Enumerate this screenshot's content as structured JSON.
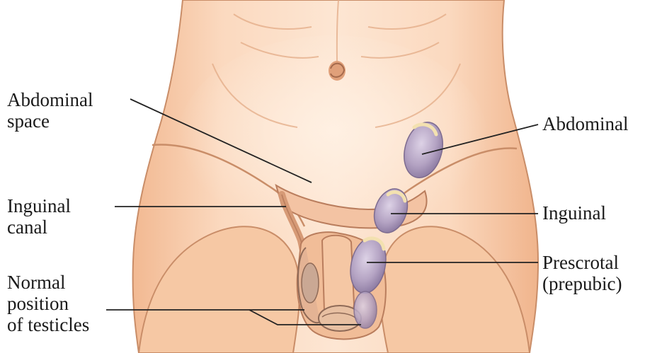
{
  "left_labels": {
    "abdominal_space": "Abdominal\nspace",
    "inguinal_canal": "Inguinal\ncanal",
    "normal_position": "Normal\nposition\nof testicles"
  },
  "right_labels": {
    "abdominal": "Abdominal",
    "inguinal": "Inguinal",
    "prescrotal": "Prescrotal\n(prepubic)"
  },
  "colors": {
    "skin_light": "#fde4cf",
    "skin_mid": "#f7c9a6",
    "skin_shadow": "#e2a47e",
    "outline": "#b97d5d",
    "testis": "#b8a9c4",
    "testis_shadow": "#8f7ea3",
    "leader_line": "#222222"
  }
}
